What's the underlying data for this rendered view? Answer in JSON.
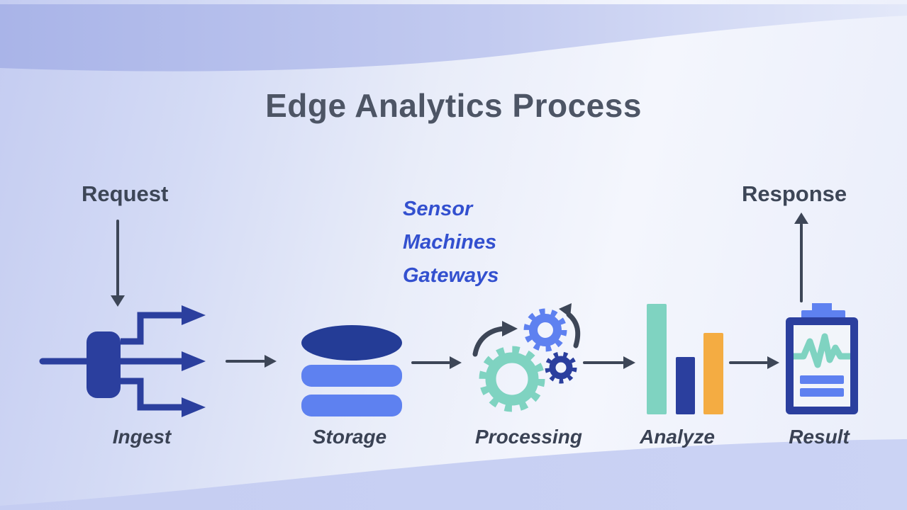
{
  "slide": {
    "title": "Edge Analytics Process"
  },
  "flow": {
    "input_label": "Request",
    "output_label": "Response",
    "sources": [
      "Sensor",
      "Machines",
      "Gateways"
    ],
    "steps": [
      {
        "label": "Ingest"
      },
      {
        "label": "Storage"
      },
      {
        "label": "Processing"
      },
      {
        "label": "Analyze"
      },
      {
        "label": "Result"
      }
    ]
  },
  "colors": {
    "navy": "#2B3F9E",
    "storage_top": "#243C96",
    "blue": "#5E81F0",
    "teal": "#7FD3C1",
    "orange": "#F4AC42",
    "slate": "#3D4657",
    "title": "#4D5565",
    "label": "#3A4254",
    "accent_text": "#3350CF",
    "band_top": "#ABB6E9",
    "band_bottom": "#C9D1F3",
    "paper": "#F2F5FA"
  }
}
